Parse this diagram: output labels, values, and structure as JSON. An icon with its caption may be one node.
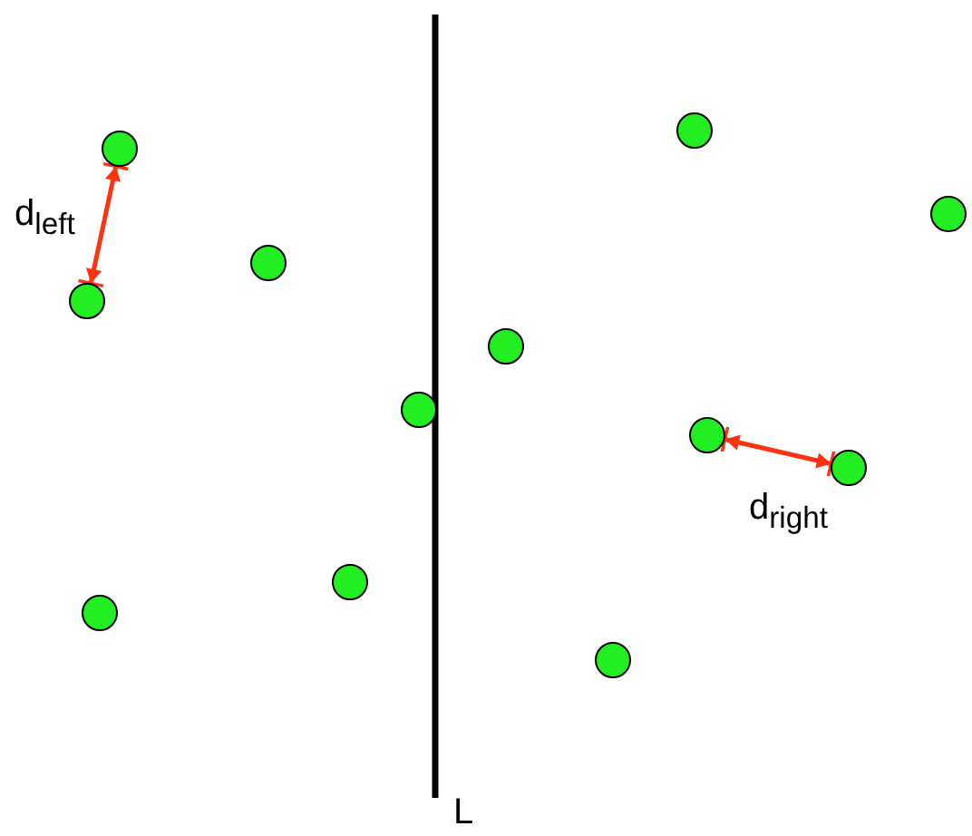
{
  "diagram": {
    "nodes": [
      {
        "text": [],
        "shape": "circle"
      },
      {
        "text": [],
        "shape": "circle"
      },
      {
        "text": [],
        "shape": "circle"
      },
      {
        "text": [],
        "shape": "circle"
      },
      {
        "text": [],
        "shape": "circle"
      },
      {
        "text": [],
        "shape": "circle"
      },
      {
        "text": [],
        "shape": "circle"
      },
      {
        "text": [],
        "shape": "circle"
      },
      {
        "text": [],
        "shape": "circle"
      },
      {
        "text": [],
        "shape": "circle"
      },
      {
        "text": [],
        "shape": "circle"
      },
      {
        "text": [],
        "shape": "circle"
      }
    ],
    "edges": [
      {
        "from": 2,
        "to": 0,
        "arrow": "both",
        "label": "d$_{left}$",
        "color": "#ff3311"
      },
      {
        "from": 9,
        "to": 10,
        "arrow": "both",
        "label": "d$_{right}$",
        "color": "#ff3311"
      }
    ],
    "labels": [
      "L"
    ]
  }
}
